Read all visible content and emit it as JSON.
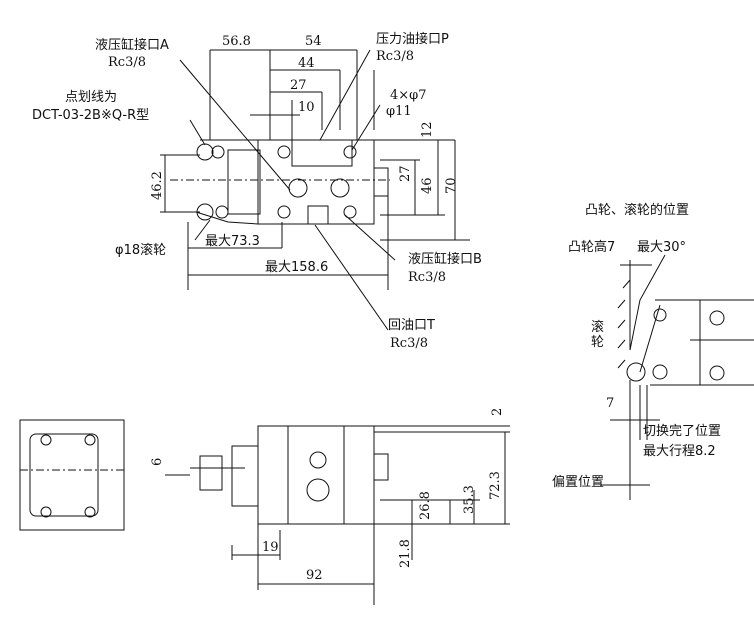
{
  "labels": {
    "port_a": "液压缸接口A",
    "rc_a": "Rc3/8",
    "port_p": "压力油接口P",
    "rc_p": "Rc3/8",
    "dashed_note1": "点划线为",
    "dashed_note2": "DCT-03-2B※Q-R型",
    "holes1": "4×φ7",
    "holes2": "φ11",
    "roller": "φ18滚轮",
    "port_b": "液压缸接口B",
    "rc_b": "Rc3/8",
    "port_t": "回油口T",
    "rc_t": "Rc3/8",
    "cam_title": "凸轮、滚轮的位置",
    "cam_height": "凸轮高7",
    "max_angle": "最大30°",
    "roller_v": "滚轮",
    "switch_done": "切换完了位置",
    "max_stroke": "最大行程8.2",
    "offset_pos": "偏置位置"
  },
  "dims": {
    "d56_8": "56.8",
    "d54": "54",
    "d44": "44",
    "d27": "27",
    "d10": "10",
    "d12": "12",
    "d27v": "27",
    "d46": "46",
    "d70": "70",
    "d46_2": "46.2",
    "max73_3": "最大73.3",
    "max158_6": "最大158.6",
    "d2": "2",
    "d72_3": "72.3",
    "d35_3": "35.3",
    "d26_8": "26.8",
    "d21_8": "21.8",
    "d6": "6",
    "d19": "19",
    "d92": "92",
    "d7": "7"
  }
}
